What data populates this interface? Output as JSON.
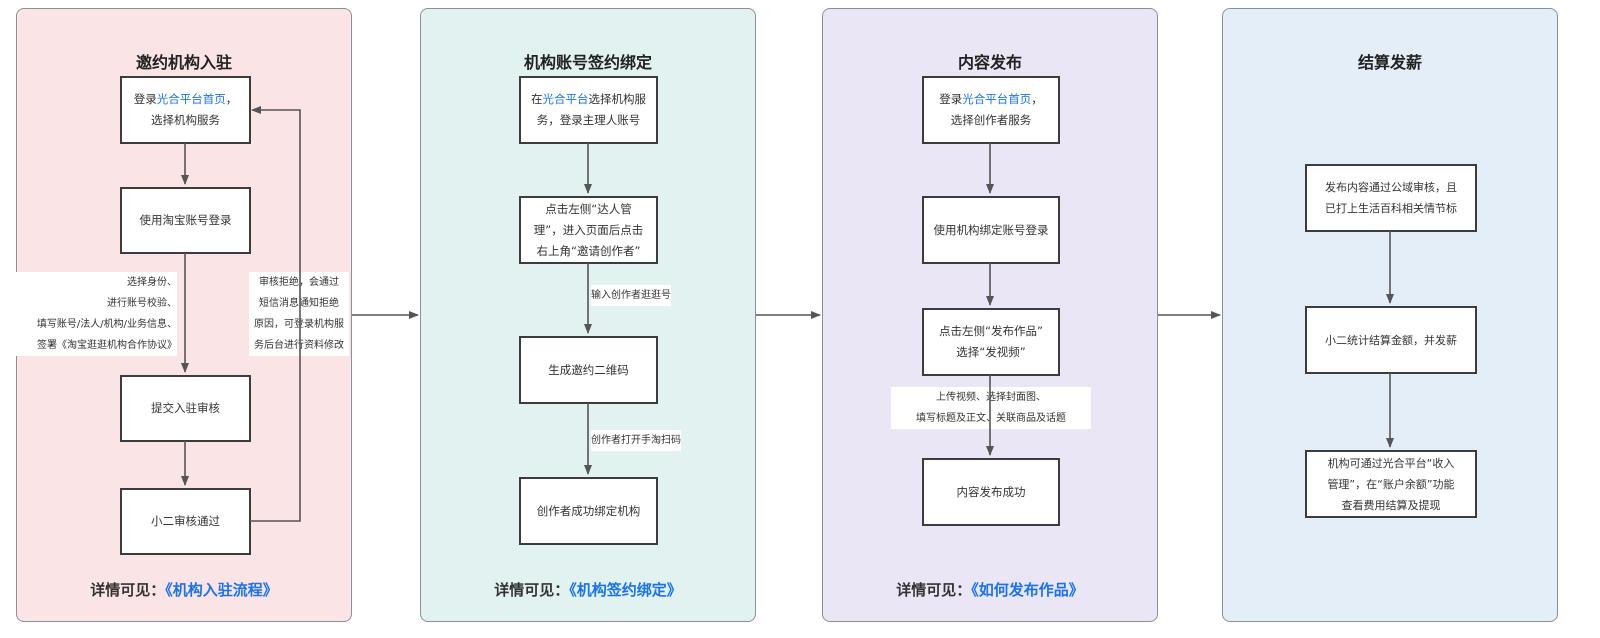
{
  "colors": {
    "panel1_bg": "#fbe4e6",
    "panel2_bg": "#e2f2f1",
    "panel3_bg": "#ebe6f6",
    "panel4_bg": "#e3eef8",
    "link": "#1a73e8",
    "line": "#555555"
  },
  "panels": [
    {
      "title": "邀约机构入驻",
      "nodes": [
        {
          "a": "登录",
          "hl": "光合平台首页",
          "b": "，",
          "c": "选择机构服务"
        },
        {
          "text": "使用淘宝账号登录"
        },
        {
          "text": "提交入驻审核"
        },
        {
          "text": "小二审核通过"
        }
      ],
      "edge_label": [
        "选择身份、",
        "进行账号校验、",
        "填写账号/法人/机构/业务信息、",
        "签署《淘宝逛逛机构合作协议》"
      ],
      "loop_label": [
        "审核拒绝，会通过",
        "短信消息通知拒绝",
        "原因，可登录机构服",
        "务后台进行资料修改"
      ],
      "footer_prefix": "详情可见：",
      "footer_link": "《机构入驻流程》"
    },
    {
      "title": "机构账号签约绑定",
      "nodes": [
        {
          "a": "在",
          "hl": "光合平台",
          "b": "选择机构服",
          "c": "务，登录主理人账号"
        },
        {
          "l1": "点击左侧“达人管",
          "l2": "理”，进入页面后点击",
          "l3": "右上角“邀请创作者”"
        },
        {
          "text": "生成邀约二维码"
        },
        {
          "text": "创作者成功绑定机构"
        }
      ],
      "edge_label_1": "输入创作者逛逛号",
      "edge_label_2": "创作者打开手淘扫码",
      "footer_prefix": "详情可见：",
      "footer_link": "《机构签约绑定》"
    },
    {
      "title": "内容发布",
      "nodes": [
        {
          "a": "登录",
          "hl": "光合平台首页",
          "b": "，",
          "c": "选择创作者服务"
        },
        {
          "text": "使用机构绑定账号登录"
        },
        {
          "l1": "点击左侧“发布作品”",
          "l2": "选择“发视频”"
        },
        {
          "text": "内容发布成功"
        }
      ],
      "edge_label": [
        "上传视频、选择封面图、",
        "填写标题及正文、关联商品及话题"
      ],
      "footer_prefix": "详情可见：",
      "footer_link": "《如何发布作品》"
    },
    {
      "title": "结算发薪",
      "nodes": [
        {
          "l1": "发布内容通过公域审核，且",
          "l2": "已打上生活百科相关情节标"
        },
        {
          "text": "小二统计结算金额，并发薪"
        },
        {
          "l1": "机构可通过光合平台“收入",
          "l2": "管理”，在“账户余额”功能",
          "l3": "查看费用结算及提现"
        }
      ]
    }
  ]
}
